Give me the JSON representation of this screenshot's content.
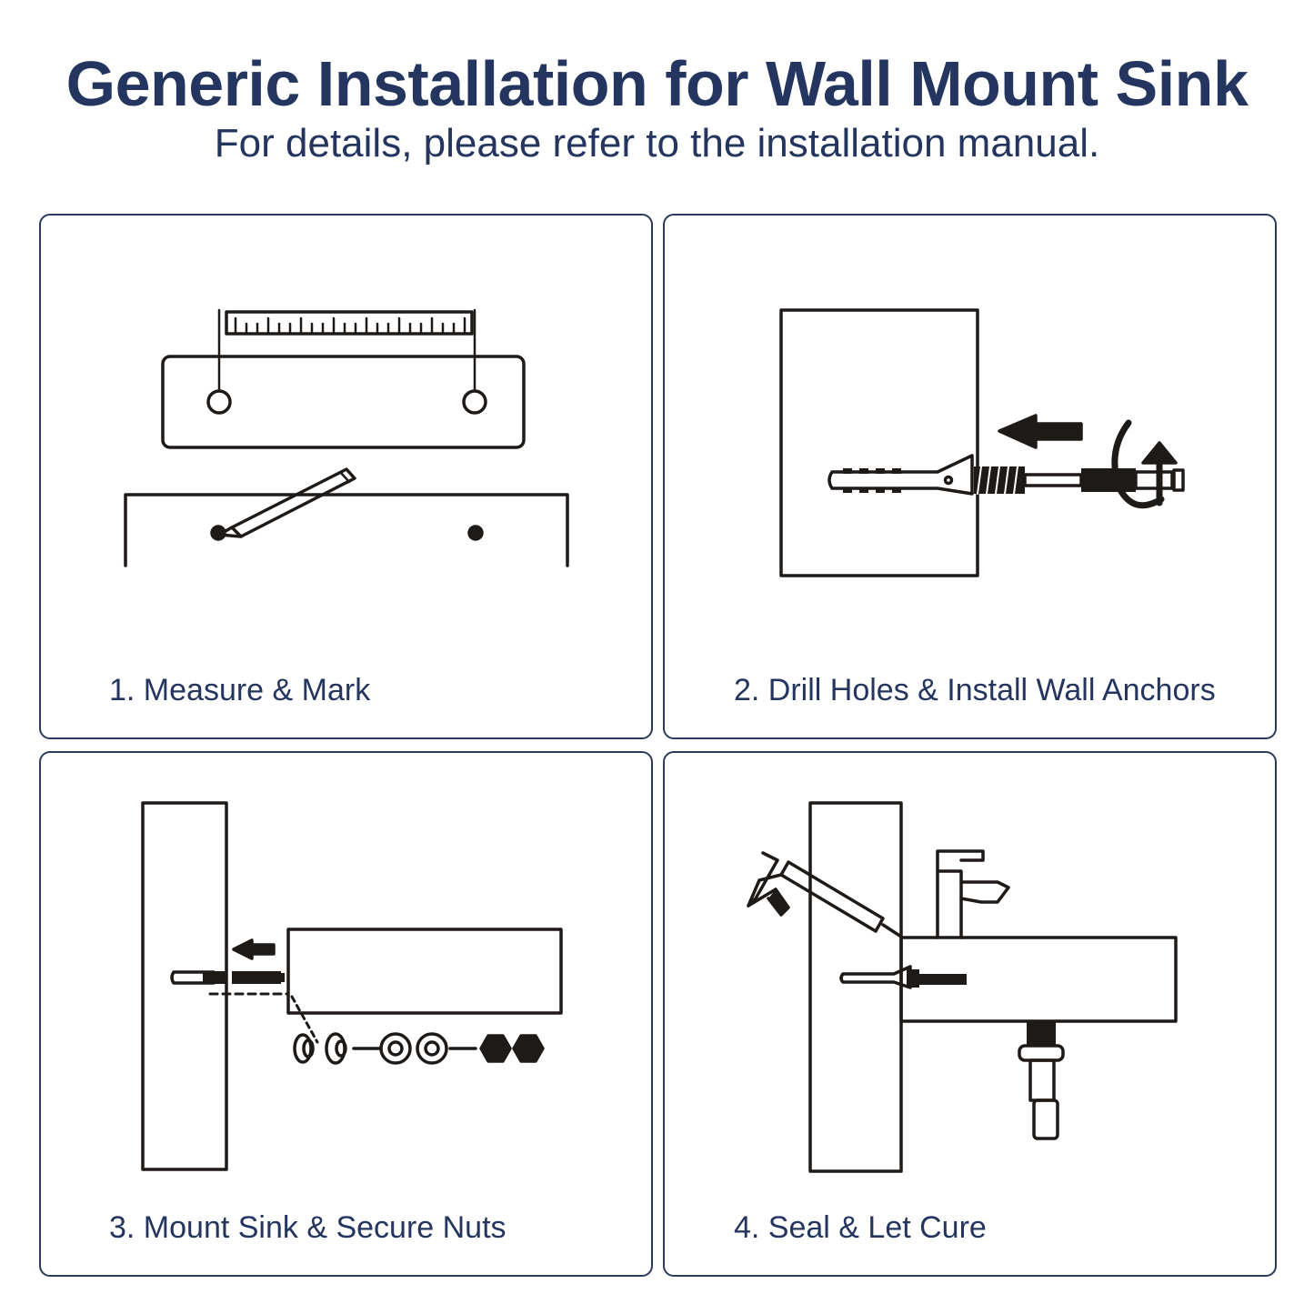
{
  "header": {
    "title": "Generic Installation for Wall Mount Sink",
    "subtitle": "For details, please refer to the installation manual."
  },
  "steps": [
    {
      "label": "1. Measure & Mark",
      "illustration": "ruler-pencil-icon"
    },
    {
      "label": "2. Drill Holes & Install Wall Anchors",
      "illustration": "wall-anchor-screw-icon"
    },
    {
      "label": "3. Mount Sink & Secure Nuts",
      "illustration": "sink-bolt-washers-nuts-icon"
    },
    {
      "label": "4. Seal & Let Cure",
      "illustration": "caulk-gun-sink-faucet-icon"
    }
  ],
  "colors": {
    "heading": "#24355f",
    "border": "#2c3a5c",
    "line_art": "#1e1a18"
  }
}
